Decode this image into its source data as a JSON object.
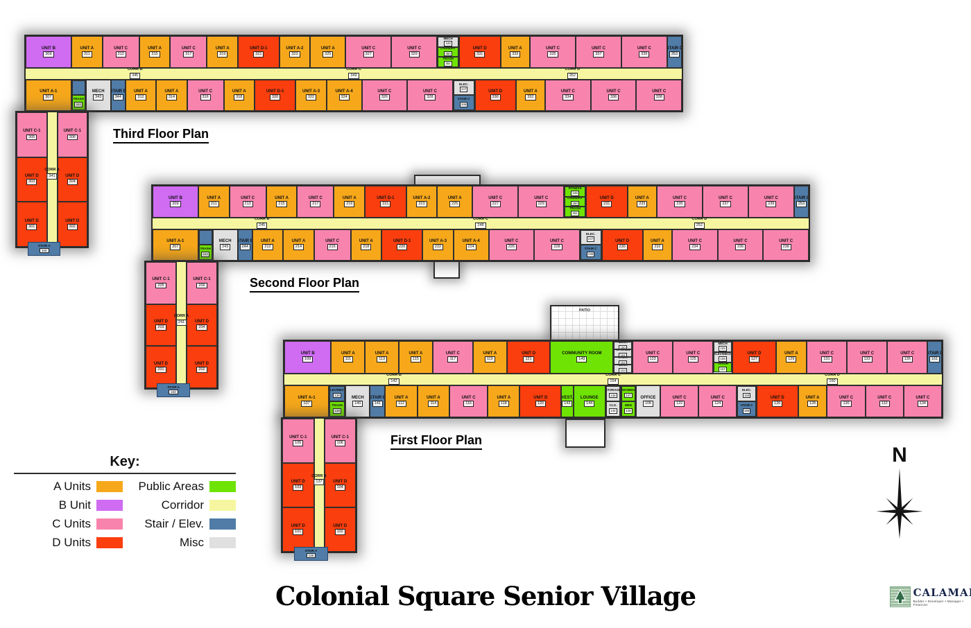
{
  "page": {
    "title": "Colonial Square Senior Village"
  },
  "colors": {
    "a": "#F7A81A",
    "b": "#CF6CF2",
    "c": "#F884AE",
    "d": "#FA3E0D",
    "public": "#6FE303",
    "corridor": "#F6F6A0",
    "stair": "#507CA7",
    "misc": "#E0E0E0"
  },
  "key": {
    "title": "Key:",
    "columns": [
      [
        {
          "label": "A Units",
          "c": "a"
        },
        {
          "label": "B Unit",
          "c": "b"
        },
        {
          "label": "C Units",
          "c": "c"
        },
        {
          "label": "D Units",
          "c": "d"
        }
      ],
      [
        {
          "label": "Public Areas",
          "c": "public"
        },
        {
          "label": "Corridor",
          "c": "corridor"
        },
        {
          "label": "Stair / Elev.",
          "c": "stair"
        },
        {
          "label": "Misc",
          "c": "misc"
        }
      ]
    ]
  },
  "compass": {
    "label": "N"
  },
  "logo": {
    "name": "CALAMAR",
    "tagline": "Builder • Developer • Manager • Financier"
  },
  "floors": [
    {
      "name": "Third Floor Plan",
      "corridors": [
        {
          "t": "CORR B",
          "n": "345"
        },
        {
          "t": "CORR C",
          "n": "349"
        },
        {
          "t": "CORR D",
          "n": "352"
        }
      ],
      "top_row": [
        {
          "t": "UNIT B",
          "n": "309",
          "c": "b",
          "w": 1.5
        },
        {
          "t": "UNIT A",
          "n": "311",
          "c": "a",
          "w": 1
        },
        {
          "t": "UNIT C",
          "n": "313",
          "c": "c",
          "w": 1.2
        },
        {
          "t": "UNIT A",
          "n": "315",
          "c": "a",
          "w": 1
        },
        {
          "t": "UNIT C",
          "n": "317",
          "c": "c",
          "w": 1.2
        },
        {
          "t": "UNIT A",
          "n": "319",
          "c": "a",
          "w": 1
        },
        {
          "t": "UNIT D-1",
          "n": "321",
          "c": "d",
          "w": 1.35
        },
        {
          "t": "UNIT A-2",
          "n": "323",
          "c": "a",
          "w": 1
        },
        {
          "t": "UNIT A",
          "n": "325",
          "c": "a",
          "w": 1.15
        },
        {
          "t": "UNIT C",
          "n": "327",
          "c": "c",
          "w": 1.5
        },
        {
          "t": "UNIT C",
          "n": "329",
          "c": "c",
          "w": 1.5
        },
        {
          "w": 0.7,
          "stack": [
            {
              "t": "MECH",
              "n": "348",
              "c": "misc"
            },
            {
              "t": "LAUNDRY",
              "n": "350",
              "c": "public"
            },
            {
              "t": "TRASH",
              "n": "351",
              "c": "public"
            }
          ]
        },
        {
          "t": "UNIT D",
          "n": "331",
          "c": "d",
          "w": 1.35
        },
        {
          "t": "UNIT A",
          "n": "333",
          "c": "a",
          "w": 0.95
        },
        {
          "t": "UNIT C",
          "n": "335",
          "c": "c",
          "w": 1.5
        },
        {
          "t": "UNIT C",
          "n": "337",
          "c": "c",
          "w": 1.5
        },
        {
          "t": "UNIT C",
          "n": "339",
          "c": "c",
          "w": 1.5
        },
        {
          "t": "STAIR D",
          "n": "353",
          "c": "stair",
          "w": 0.45
        }
      ],
      "bottom_row": [
        {
          "t": "UNIT A-1",
          "n": "307",
          "c": "a",
          "w": 1.5
        },
        {
          "w": 0.45,
          "stack": [
            {
              "c": "stair"
            },
            {
              "t": "TRASH",
              "n": "342",
              "c": "public"
            }
          ]
        },
        {
          "t": "MECH",
          "n": "343",
          "c": "misc",
          "w": 0.8
        },
        {
          "t": "STAIR B",
          "n": "344",
          "c": "stair",
          "w": 0.45
        },
        {
          "t": "UNIT A",
          "n": "312",
          "c": "a",
          "w": 1
        },
        {
          "t": "UNIT A",
          "n": "314",
          "c": "a",
          "w": 1
        },
        {
          "t": "UNIT C",
          "n": "316",
          "c": "c",
          "w": 1.2
        },
        {
          "t": "UNIT A",
          "n": "318",
          "c": "a",
          "w": 1
        },
        {
          "t": "UNIT D-1",
          "n": "320",
          "c": "d",
          "w": 1.35
        },
        {
          "t": "UNIT A-3",
          "n": "322",
          "c": "a",
          "w": 1
        },
        {
          "t": "UNIT A-4",
          "n": "324",
          "c": "a",
          "w": 1.15
        },
        {
          "t": "UNIT C",
          "n": "326",
          "c": "c",
          "w": 1.5
        },
        {
          "t": "UNIT C",
          "n": "328",
          "c": "c",
          "w": 1.5
        },
        {
          "w": 0.7,
          "stack": [
            {
              "t": "ELEC.",
              "n": "347",
              "c": "misc"
            },
            {
              "t": "STAIR C",
              "n": "346",
              "c": "stair"
            }
          ]
        },
        {
          "t": "UNIT D",
          "n": "330",
          "c": "d",
          "w": 1.35
        },
        {
          "t": "UNIT A",
          "n": "332",
          "c": "a",
          "w": 0.95
        },
        {
          "t": "UNIT C",
          "n": "334",
          "c": "c",
          "w": 1.5
        },
        {
          "t": "UNIT C",
          "n": "336",
          "c": "c",
          "w": 1.5
        },
        {
          "t": "UNIT C",
          "n": "338",
          "c": "c",
          "w": 1.5
        }
      ],
      "wing": {
        "pairs": [
          [
            {
              "t": "UNIT C-1",
              "n": "305",
              "c": "c"
            },
            {
              "t": "UNIT C-1",
              "n": "306",
              "c": "c"
            }
          ],
          [
            {
              "t": "UNIT D",
              "n": "303",
              "c": "d"
            },
            {
              "t": "UNIT D",
              "n": "304",
              "c": "d"
            }
          ],
          [
            {
              "t": "UNIT D",
              "n": "301",
              "c": "d"
            },
            {
              "t": "UNIT D",
              "n": "302",
              "c": "d"
            }
          ]
        ],
        "corridor": {
          "t": "CORR A",
          "n": "341"
        },
        "stair": {
          "t": "STAIR A",
          "n": "340"
        }
      }
    },
    {
      "name": "Second Floor Plan",
      "corridors": [
        {
          "t": "CORR B",
          "n": "245"
        },
        {
          "t": "CORR C",
          "n": "248"
        },
        {
          "t": "CORR D",
          "n": "252"
        }
      ],
      "top_row": [
        {
          "t": "UNIT B",
          "n": "209",
          "c": "b",
          "w": 1.5
        },
        {
          "t": "UNIT A",
          "n": "211",
          "c": "a",
          "w": 1
        },
        {
          "t": "UNIT C",
          "n": "213",
          "c": "c",
          "w": 1.2
        },
        {
          "t": "UNIT A",
          "n": "215",
          "c": "a",
          "w": 1
        },
        {
          "t": "UNIT C",
          "n": "217",
          "c": "c",
          "w": 1.2
        },
        {
          "t": "UNIT A",
          "n": "219",
          "c": "a",
          "w": 1
        },
        {
          "t": "UNIT D-1",
          "n": "221",
          "c": "d",
          "w": 1.35
        },
        {
          "t": "UNIT A-2",
          "n": "223",
          "c": "a",
          "w": 1
        },
        {
          "t": "UNIT A",
          "n": "225",
          "c": "a",
          "w": 1.15
        },
        {
          "t": "UNIT C",
          "n": "227",
          "c": "c",
          "w": 1.5
        },
        {
          "t": "UNIT C",
          "n": "229",
          "c": "c",
          "w": 1.5
        },
        {
          "w": 0.7,
          "stack": [
            {
              "t": "FITNESS",
              "n": "249",
              "c": "public"
            },
            {
              "t": "LAUNDRY",
              "n": "250",
              "c": "public"
            },
            {
              "t": "TRASH",
              "n": "251",
              "c": "public"
            }
          ]
        },
        {
          "t": "UNIT D",
          "n": "231",
          "c": "d",
          "w": 1.35
        },
        {
          "t": "UNIT A",
          "n": "233",
          "c": "a",
          "w": 0.95
        },
        {
          "t": "UNIT C",
          "n": "235",
          "c": "c",
          "w": 1.5
        },
        {
          "t": "UNIT C",
          "n": "237",
          "c": "c",
          "w": 1.5
        },
        {
          "t": "UNIT C",
          "n": "239",
          "c": "c",
          "w": 1.5
        },
        {
          "t": "STAIR D",
          "n": "253",
          "c": "stair",
          "w": 0.45
        }
      ],
      "bottom_row": [
        {
          "t": "UNIT A-1",
          "n": "207",
          "c": "a",
          "w": 1.5
        },
        {
          "w": 0.45,
          "stack": [
            {
              "c": "stair"
            },
            {
              "t": "TRASH",
              "n": "242",
              "c": "public"
            }
          ]
        },
        {
          "t": "MECH",
          "n": "243",
          "c": "misc",
          "w": 0.8
        },
        {
          "t": "STAIR B",
          "n": "244",
          "c": "stair",
          "w": 0.45
        },
        {
          "t": "UNIT A",
          "n": "212",
          "c": "a",
          "w": 1
        },
        {
          "t": "UNIT A",
          "n": "214",
          "c": "a",
          "w": 1
        },
        {
          "t": "UNIT C",
          "n": "216",
          "c": "c",
          "w": 1.2
        },
        {
          "t": "UNIT A",
          "n": "218",
          "c": "a",
          "w": 1
        },
        {
          "t": "UNIT D-1",
          "n": "220",
          "c": "d",
          "w": 1.35
        },
        {
          "t": "UNIT A-3",
          "n": "222",
          "c": "a",
          "w": 1
        },
        {
          "t": "UNIT A-4",
          "n": "224",
          "c": "a",
          "w": 1.15
        },
        {
          "t": "UNIT C",
          "n": "226",
          "c": "c",
          "w": 1.5
        },
        {
          "t": "UNIT C",
          "n": "228",
          "c": "c",
          "w": 1.5
        },
        {
          "w": 0.7,
          "stack": [
            {
              "t": "ELEC.",
              "n": "247",
              "c": "misc"
            },
            {
              "t": "STAIR C",
              "n": "246",
              "c": "stair"
            }
          ]
        },
        {
          "t": "UNIT D",
          "n": "230",
          "c": "d",
          "w": 1.35
        },
        {
          "t": "UNIT A",
          "n": "232",
          "c": "a",
          "w": 0.95
        },
        {
          "t": "UNIT C",
          "n": "234",
          "c": "c",
          "w": 1.5
        },
        {
          "t": "UNIT C",
          "n": "236",
          "c": "c",
          "w": 1.5
        },
        {
          "t": "UNIT C",
          "n": "238",
          "c": "c",
          "w": 1.5
        }
      ],
      "wing": {
        "pairs": [
          [
            {
              "t": "UNIT C-1",
              "n": "205",
              "c": "c"
            },
            {
              "t": "UNIT C-1",
              "n": "206",
              "c": "c"
            }
          ],
          [
            {
              "t": "UNIT D",
              "n": "203",
              "c": "d"
            },
            {
              "t": "UNIT D",
              "n": "204",
              "c": "d"
            }
          ],
          [
            {
              "t": "UNIT D",
              "n": "201",
              "c": "d"
            },
            {
              "t": "UNIT D",
              "n": "202",
              "c": "d"
            }
          ]
        ],
        "corridor": {
          "t": "CORR A",
          "n": "241"
        },
        "stair": {
          "t": "STAIR A",
          "n": "240"
        }
      }
    },
    {
      "name": "First Floor Plan",
      "patio_label": "PATIO",
      "corridors": [
        {
          "t": "CORR B",
          "n": "142"
        },
        {
          "t": "CORR C",
          "n": "154"
        },
        {
          "t": "CORR D",
          "n": "160"
        }
      ],
      "top_row": [
        {
          "t": "UNIT B",
          "n": "109",
          "c": "b",
          "w": 1.4
        },
        {
          "t": "UNIT A",
          "n": "111",
          "c": "a",
          "w": 1
        },
        {
          "t": "UNIT A",
          "n": "113",
          "c": "a",
          "w": 1
        },
        {
          "t": "UNIT A",
          "n": "115",
          "c": "a",
          "w": 1
        },
        {
          "t": "UNIT C",
          "n": "117",
          "c": "c",
          "w": 1.2
        },
        {
          "t": "UNIT A",
          "n": "119",
          "c": "a",
          "w": 1
        },
        {
          "t": "UNIT D",
          "n": "121",
          "c": "d",
          "w": 1.3
        },
        {
          "t": "COMMUNITY ROOM",
          "n": "149",
          "c": "public",
          "w": 1.9
        },
        {
          "w": 0.55,
          "stack": [
            {
              "t": "MECH",
              "n": "150",
              "c": "misc"
            },
            {
              "t": "KITCHEN",
              "n": "151",
              "c": "misc"
            },
            {
              "t": "STOR.",
              "n": "152",
              "c": "misc"
            },
            {
              "t": "MECH",
              "n": "153",
              "c": "misc"
            }
          ]
        },
        {
          "t": "UNIT C",
          "n": "123",
          "c": "c",
          "w": 1.2
        },
        {
          "t": "UNIT C",
          "n": "125",
          "c": "c",
          "w": 1.2
        },
        {
          "w": 0.55,
          "stack": [
            {
              "t": "MECH",
              "n": "155",
              "c": "misc"
            },
            {
              "t": "ELEV/MECH",
              "n": "156",
              "c": "misc"
            },
            {
              "t": "TRASH",
              "n": "157",
              "c": "public"
            }
          ]
        },
        {
          "t": "UNIT D",
          "n": "127",
          "c": "d",
          "w": 1.3
        },
        {
          "t": "UNIT A",
          "n": "129",
          "c": "a",
          "w": 0.9
        },
        {
          "t": "UNIT C",
          "n": "131",
          "c": "c",
          "w": 1.2
        },
        {
          "t": "UNIT C",
          "n": "133",
          "c": "c",
          "w": 1.2
        },
        {
          "t": "UNIT C",
          "n": "135",
          "c": "c",
          "w": 1.2
        },
        {
          "t": "STAIR D",
          "n": "161",
          "c": "stair",
          "w": 0.4
        }
      ],
      "bottom_row": [
        {
          "t": "UNIT A-1",
          "n": "107",
          "c": "a",
          "w": 1.4
        },
        {
          "w": 0.5,
          "stack": [
            {
              "t": "ELEV/MECH",
              "n": "139",
              "c": "stair"
            },
            {
              "t": "TRASH",
              "n": "138",
              "c": "public"
            }
          ]
        },
        {
          "t": "MECH",
          "n": "140",
          "c": "misc",
          "w": 0.75
        },
        {
          "t": "STAIR B",
          "n": "141",
          "c": "stair",
          "w": 0.45
        },
        {
          "t": "UNIT A",
          "n": "112",
          "c": "a",
          "w": 1
        },
        {
          "t": "UNIT A",
          "n": "114",
          "c": "a",
          "w": 1
        },
        {
          "t": "UNIT C",
          "n": "116",
          "c": "c",
          "w": 1.2
        },
        {
          "t": "UNIT A",
          "n": "118",
          "c": "a",
          "w": 1
        },
        {
          "t": "UNIT D",
          "n": "120",
          "c": "d",
          "w": 1.3
        },
        {
          "t": "VEST.",
          "n": "143",
          "c": "public",
          "w": 0.35
        },
        {
          "t": "LOUNGE",
          "n": "144",
          "c": "public",
          "w": 1
        },
        {
          "w": 0.45,
          "stack": [
            {
              "t": "STORAGE",
              "n": "146",
              "c": "misc"
            },
            {
              "t": "CLO.",
              "n": "145",
              "c": "misc"
            }
          ]
        },
        {
          "w": 0.45,
          "stack": [
            {
              "t": "WOMEN",
              "n": "147",
              "c": "public"
            },
            {
              "t": "MEN",
              "n": "148",
              "c": "public"
            }
          ]
        },
        {
          "t": "OFFICE",
          "n": "108",
          "c": "misc",
          "w": 0.75
        },
        {
          "t": "UNIT C",
          "n": "122",
          "c": "c",
          "w": 1.2
        },
        {
          "t": "UNIT C",
          "n": "124",
          "c": "c",
          "w": 1.2
        },
        {
          "w": 0.6,
          "stack": [
            {
              "t": "ELEC.",
              "n": "159",
              "c": "misc"
            },
            {
              "t": "STAIR C",
              "n": "158",
              "c": "stair"
            }
          ]
        },
        {
          "t": "UNIT D",
          "n": "126",
          "c": "d",
          "w": 1.3
        },
        {
          "t": "UNIT A",
          "n": "128",
          "c": "a",
          "w": 0.9
        },
        {
          "t": "UNIT C",
          "n": "130",
          "c": "c",
          "w": 1.2
        },
        {
          "t": "UNIT C",
          "n": "132",
          "c": "c",
          "w": 1.2
        },
        {
          "t": "UNIT C",
          "n": "134",
          "c": "c",
          "w": 1.2
        }
      ],
      "wing": {
        "pairs": [
          [
            {
              "t": "UNIT C-1",
              "n": "105",
              "c": "c"
            },
            {
              "t": "UNIT C-1",
              "n": "106",
              "c": "c"
            }
          ],
          [
            {
              "t": "UNIT D",
              "n": "103",
              "c": "d"
            },
            {
              "t": "UNIT D",
              "n": "104",
              "c": "d"
            }
          ],
          [
            {
              "t": "UNIT D",
              "n": "101",
              "c": "d"
            },
            {
              "t": "UNIT D",
              "n": "102",
              "c": "d"
            }
          ]
        ],
        "corridor": {
          "t": "CORR A",
          "n": "137"
        },
        "stair": {
          "t": "STAIR A",
          "n": "136"
        }
      }
    }
  ]
}
